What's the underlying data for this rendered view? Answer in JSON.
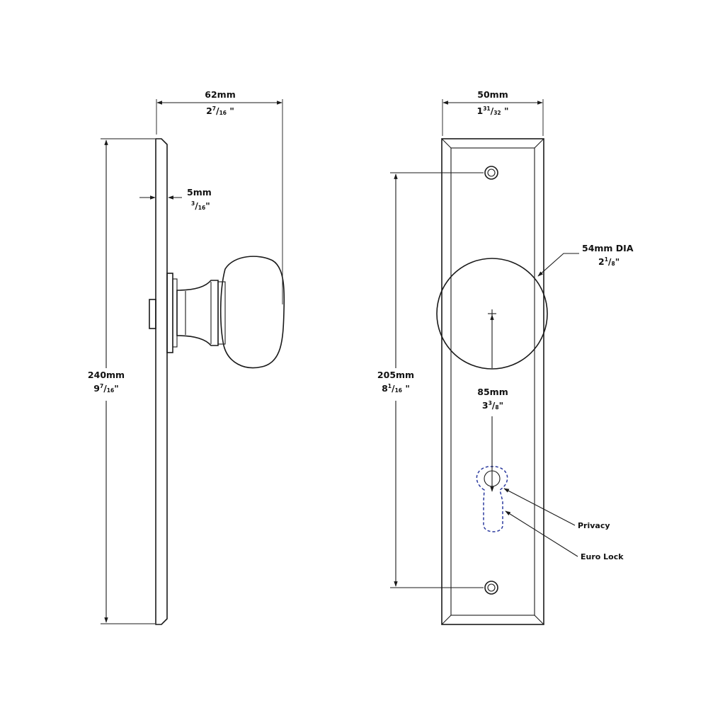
{
  "side_view": {
    "width": {
      "mm": "62mm",
      "in_whole": "2",
      "in_num": "7",
      "in_den": "16",
      "in_mark": "\""
    },
    "thickness": {
      "mm": "5mm",
      "in_whole": "",
      "in_num": "3",
      "in_den": "16",
      "in_mark": "\""
    },
    "height": {
      "mm": "240mm",
      "in_whole": "9",
      "in_num": "7",
      "in_den": "16",
      "in_mark": "\""
    }
  },
  "front_view": {
    "plate_width": {
      "mm": "50mm",
      "in_whole": "1",
      "in_num": "31",
      "in_den": "32",
      "in_mark": "\""
    },
    "knob_diameter": {
      "mm": "54mm DIA",
      "in_whole": "2",
      "in_num": "1",
      "in_den": "8",
      "in_mark": "\""
    },
    "screw_centers": {
      "mm": "205mm",
      "in_whole": "8",
      "in_num": "1",
      "in_den": "16",
      "in_mark": "\""
    },
    "backset": {
      "mm": "85mm",
      "in_whole": "3",
      "in_num": "3",
      "in_den": "8",
      "in_mark": "\""
    },
    "callouts": {
      "privacy": "Privacy",
      "euro_lock": "Euro Lock"
    }
  },
  "colors": {
    "line": "#1a1a1a",
    "hidden_outline": "#2b3a9e"
  }
}
